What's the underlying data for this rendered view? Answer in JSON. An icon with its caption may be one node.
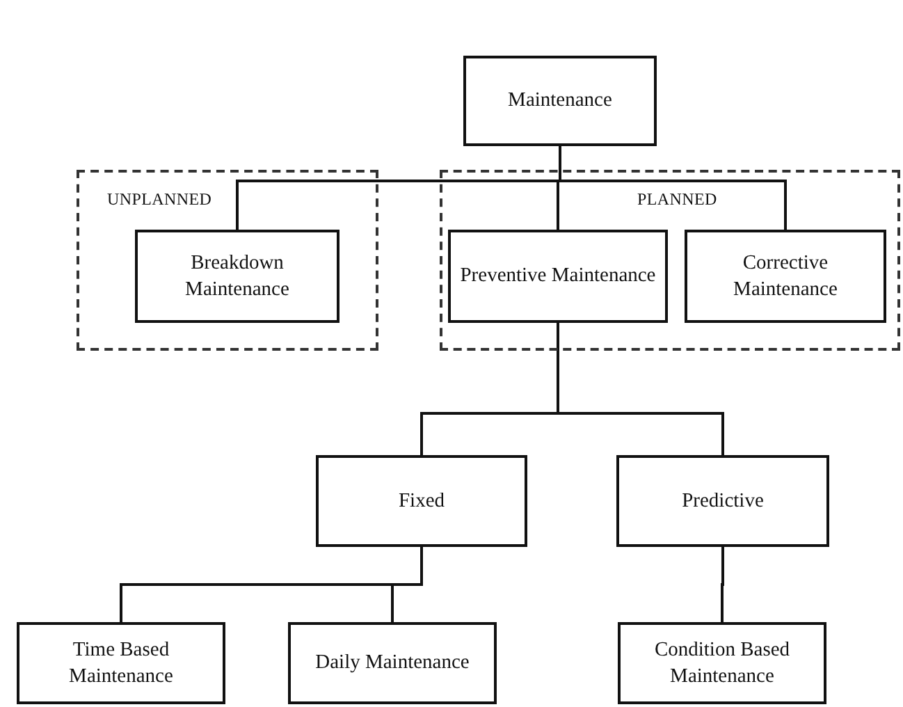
{
  "diagram": {
    "nodes": [
      {
        "text": [
          "Maintenance"
        ]
      },
      {
        "text": [
          "UNPLANNED"
        ]
      },
      {
        "text": [
          "Breakdown Maintenance"
        ],
        "in": 1
      },
      {
        "text": [
          "PLANNED"
        ]
      },
      {
        "text": [
          "Preventive Maintenance"
        ],
        "in": 3
      },
      {
        "text": [
          "Corrective Maintenance"
        ],
        "in": 3
      },
      {
        "text": [
          "Fixed"
        ]
      },
      {
        "text": [
          "Predictive"
        ]
      },
      {
        "text": [
          "Time Based Maintenance"
        ]
      },
      {
        "text": [
          "Daily Maintenance"
        ]
      },
      {
        "text": [
          "Condition Based Maintenance"
        ]
      }
    ],
    "edges": [
      {
        "from": 0,
        "to": 2,
        "arrow": "none"
      },
      {
        "from": 0,
        "to": 4,
        "arrow": "none"
      },
      {
        "from": 0,
        "to": 5,
        "arrow": "none"
      },
      {
        "from": 4,
        "to": 6,
        "arrow": "none"
      },
      {
        "from": 4,
        "to": 7,
        "arrow": "none"
      },
      {
        "from": 6,
        "to": 8,
        "arrow": "none"
      },
      {
        "from": 6,
        "to": 9,
        "arrow": "none"
      },
      {
        "from": 7,
        "to": 10,
        "arrow": "none"
      }
    ]
  }
}
